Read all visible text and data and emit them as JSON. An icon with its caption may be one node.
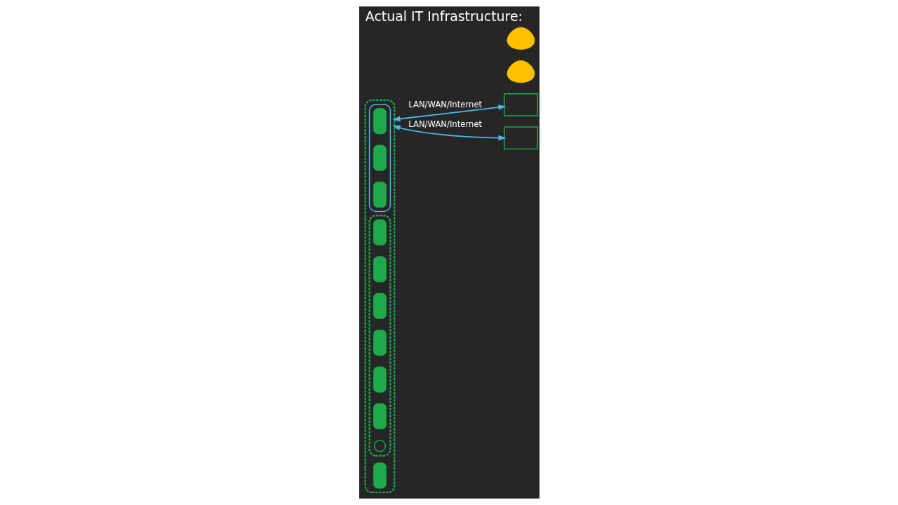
{
  "diagram": {
    "title": "Actual IT Infrastructure:",
    "nodes": [
      {
        "text": [],
        "shape": "box"
      },
      {
        "text": [],
        "shape": "cloud",
        "in": 0
      },
      {
        "text": [],
        "shape": "server",
        "in": 1
      },
      {
        "text": [],
        "shape": "server",
        "in": 1
      },
      {
        "text": [],
        "shape": "server",
        "in": 1
      },
      {
        "text": [],
        "shape": "server",
        "in": 0
      },
      {
        "text": [],
        "shape": "box",
        "in": 0
      },
      {
        "text": [],
        "shape": "server",
        "in": 6
      },
      {
        "text": [],
        "shape": "server",
        "in": 6
      },
      {
        "text": [],
        "shape": "server",
        "in": 6
      },
      {
        "text": [],
        "shape": "server",
        "in": 6
      },
      {
        "text": [],
        "shape": "server",
        "in": 6
      },
      {
        "text": [],
        "shape": "server",
        "in": 6
      },
      {
        "text": [],
        "shape": "circle",
        "in": 6
      },
      {
        "text": [],
        "shape": "monitor"
      },
      {
        "text": [],
        "shape": "person"
      },
      {
        "text": [],
        "shape": "monitor"
      },
      {
        "text": [],
        "shape": "person"
      }
    ],
    "edges": [
      {
        "from": 0,
        "to": 14,
        "arrow": "both",
        "label": "LAN/WAN/Internet"
      },
      {
        "from": 0,
        "to": 16,
        "arrow": "both",
        "label": "LAN/WAN/Internet"
      }
    ]
  }
}
